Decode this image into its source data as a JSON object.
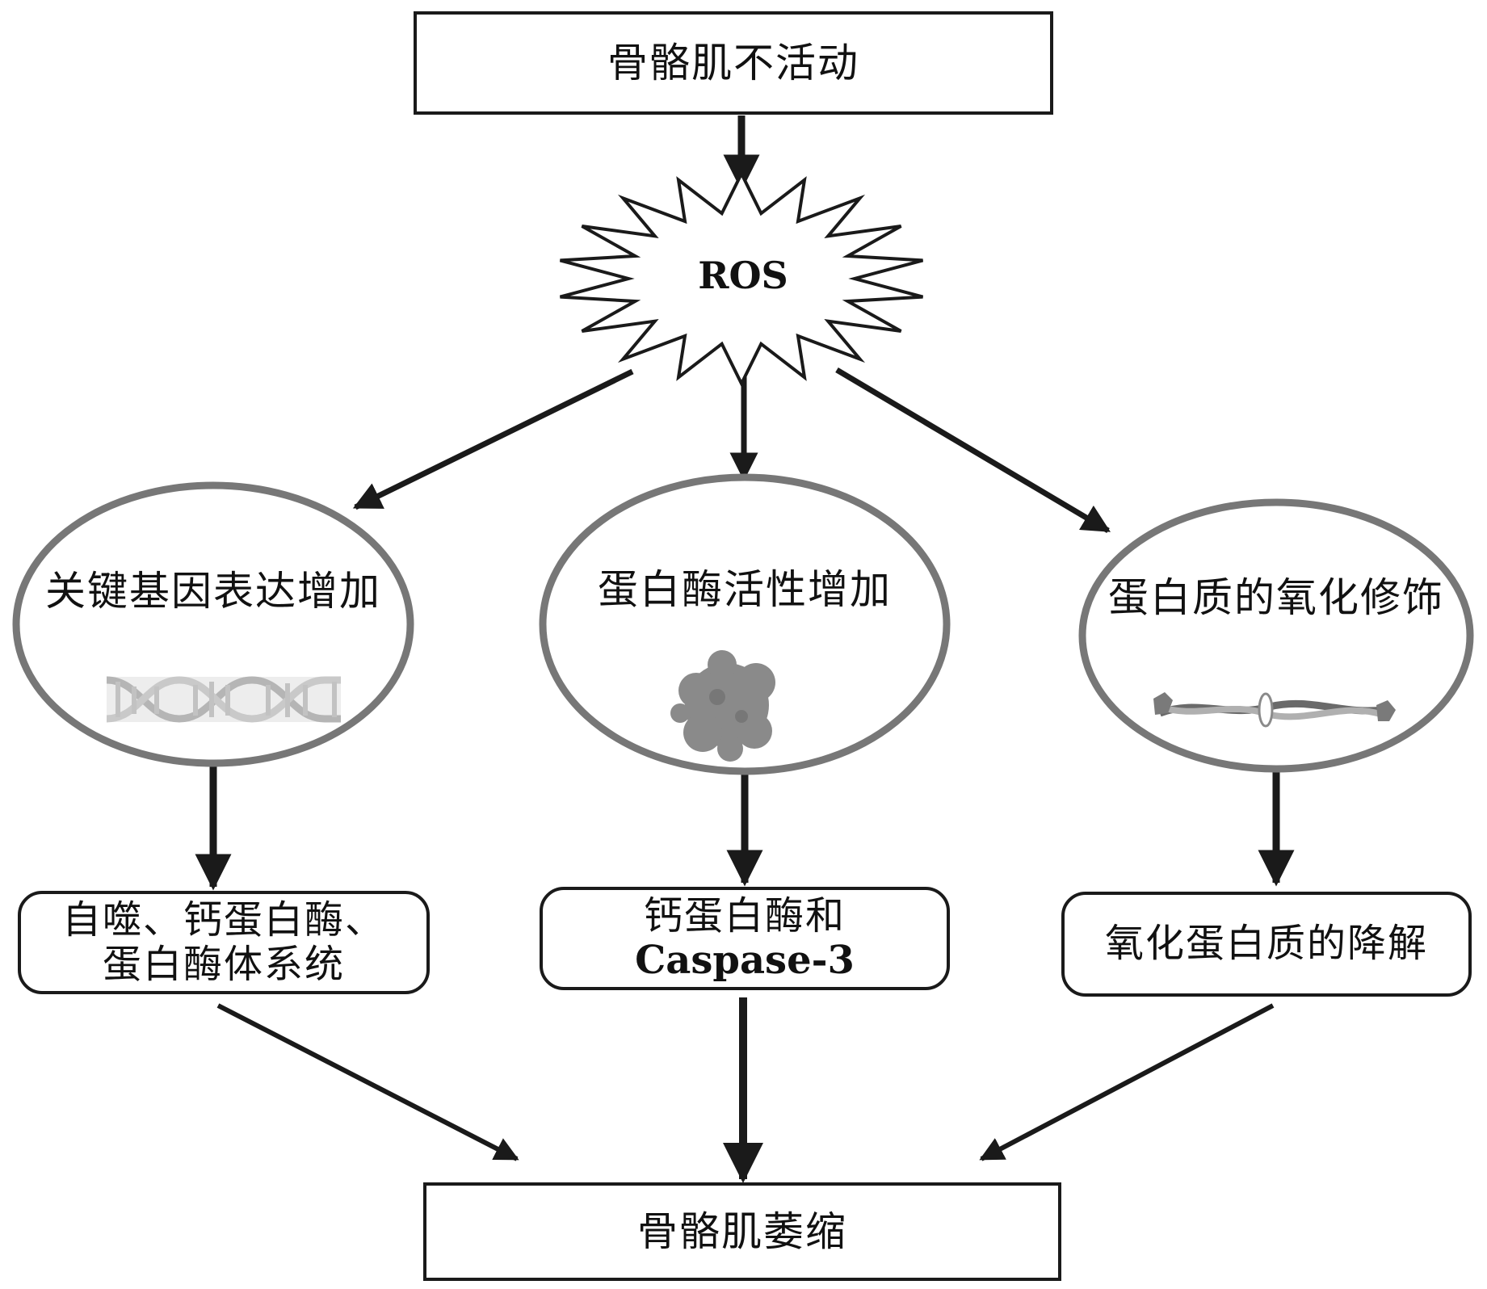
{
  "top_node": {
    "label": "骨骼肌不活动"
  },
  "ros_node": {
    "label": "ROS"
  },
  "mechanisms": [
    {
      "label": "关键基因表达增加",
      "illustration": "dna-double-helix"
    },
    {
      "label": "蛋白酶活性增加",
      "illustration": "protein-cluster"
    },
    {
      "label": "蛋白质的氧化修饰",
      "illustration": "oxidized-protein-strand"
    }
  ],
  "systems": [
    {
      "line1": "自噬、钙蛋白酶、",
      "line2": "蛋白酶体系统"
    },
    {
      "line1": "钙蛋白酶和",
      "line2": "Caspase-3"
    },
    {
      "line1": "氧化蛋白质的降解",
      "line2": ""
    }
  ],
  "bottom_node": {
    "label": "骨骼肌萎缩"
  },
  "colors": {
    "stroke": "#1a1a1a",
    "ellipse_fill": "#ffffff",
    "illustration_gray": "#8a8a8a"
  }
}
